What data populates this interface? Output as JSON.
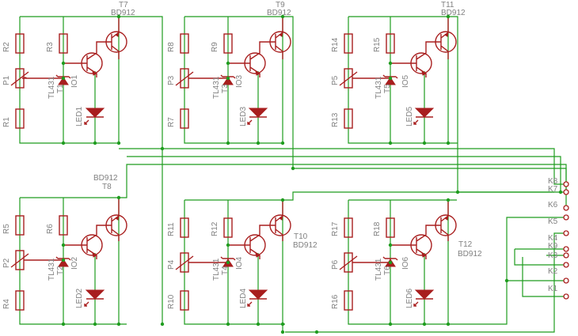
{
  "modules": [
    {
      "id": "m1",
      "r_top": "R2",
      "r_bottom": "R1",
      "r_div": "R3",
      "pot": "P1",
      "shunt": "TL431",
      "shunt_ref": "T1",
      "driver": "IO1",
      "led": "LED1",
      "power": "T7",
      "power_type": "BD912"
    },
    {
      "id": "m2",
      "r_top": "R8",
      "r_bottom": "R7",
      "r_div": "R9",
      "pot": "P3",
      "shunt": "TL431",
      "shunt_ref": "T3",
      "driver": "IO3",
      "led": "LED3",
      "power": "T9",
      "power_type": "BD912"
    },
    {
      "id": "m3",
      "r_top": "R14",
      "r_bottom": "R13",
      "r_div": "R15",
      "pot": "P5",
      "shunt": "TL431",
      "shunt_ref": "T5",
      "driver": "IO5",
      "led": "LED5",
      "power": "T11",
      "power_type": "BD912"
    },
    {
      "id": "m4",
      "r_top": "R5",
      "r_bottom": "R4",
      "r_div": "R6",
      "pot": "P2",
      "shunt": "TL431",
      "shunt_ref": "T2",
      "driver": "IO2",
      "led": "LED2",
      "power": "T8",
      "power_type": "BD912"
    },
    {
      "id": "m5",
      "r_top": "R11",
      "r_bottom": "R10",
      "r_div": "R12",
      "pot": "P4",
      "shunt": "TL431",
      "shunt_ref": "T4",
      "driver": "IO4",
      "led": "LED4",
      "power": "T10",
      "power_type": "BD912"
    },
    {
      "id": "m6",
      "r_top": "R17",
      "r_bottom": "R16",
      "r_div": "R18",
      "pot": "P6",
      "shunt": "TL431",
      "shunt_ref": "T6",
      "driver": "IO6",
      "led": "LED6",
      "power": "T12",
      "power_type": "BD912"
    }
  ],
  "connector": {
    "pins": [
      "K8",
      "K7",
      "K6",
      "K5",
      "K4",
      "K9",
      "K3",
      "K2",
      "K1"
    ]
  },
  "colors": {
    "wire": "#1f9c1f",
    "component": "#a81e1e",
    "label": "#808080",
    "background": "#ffffff"
  }
}
